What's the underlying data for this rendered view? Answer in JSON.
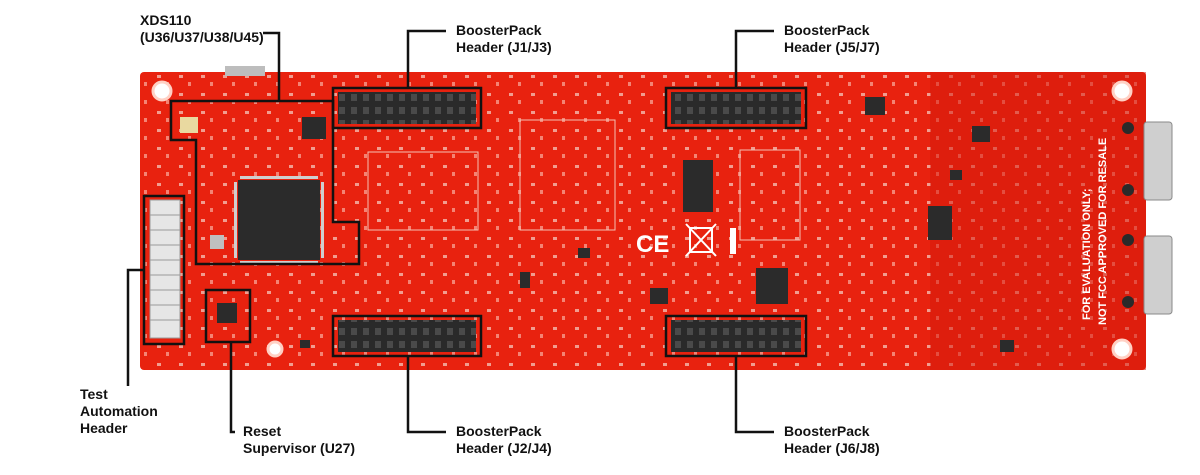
{
  "callouts": {
    "xds110": {
      "line1": "XDS110",
      "line2": "(U36/U37/U38/U45)"
    },
    "booster_j1_j3": {
      "line1": "BoosterPack",
      "line2": "Header (J1/J3)"
    },
    "booster_j5_j7": {
      "line1": "BoosterPack",
      "line2": "Header (J5/J7)"
    },
    "test_automation": {
      "line1": "Test",
      "line2": "Automation",
      "line3": "Header"
    },
    "reset_supervisor": {
      "line1": "Reset",
      "line2": "Supervisor (U27)"
    },
    "booster_j2_j4": {
      "line1": "BoosterPack",
      "line2": "Header (J2/J4)"
    },
    "booster_j6_j8": {
      "line1": "BoosterPack",
      "line2": "Header (J6/J8)"
    }
  },
  "board": {
    "silkscreen_line1": "FOR EVALUATION ONLY;",
    "silkscreen_line2": "NOT FCC APPROVED FOR RESALE",
    "ce_mark": "CE"
  },
  "colors": {
    "board": "#e8220f",
    "board_shade": "#c9180a",
    "header": "#2a2a2a",
    "callout": "#111111",
    "ic": "#2b2b2b"
  }
}
